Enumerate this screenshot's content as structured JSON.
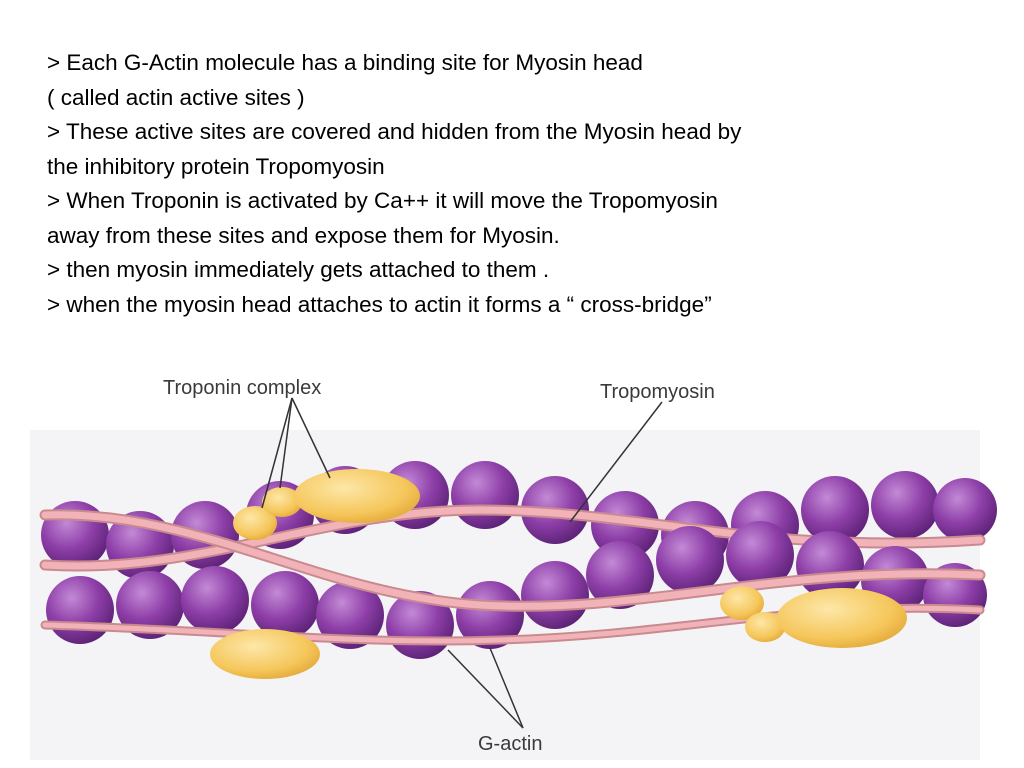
{
  "slide": {
    "lines": [
      "> Each G-Actin molecule has a binding site for Myosin head",
      "( called actin active sites )",
      "> These active sites are covered and  hidden from the Myosin head by",
      "the inhibitory protein Tropomyosin",
      "> When Troponin is activated by Ca++ it will move the Tropomyosin",
      "away from these sites and expose them for Myosin.",
      "> then myosin immediately gets attached to them .",
      "> when the myosin head attaches to actin it forms a “ cross-bridge”"
    ]
  },
  "diagram": {
    "labels": {
      "troponin": "Troponin complex",
      "tropomyosin": "Tropomyosin",
      "gactin": "G-actin"
    },
    "colors": {
      "actin": "#8e3fa8",
      "actin_highlight": "#c38ad6",
      "tropomyosin": "#f2b3b8",
      "troponin": "#f5c65a"
    }
  }
}
